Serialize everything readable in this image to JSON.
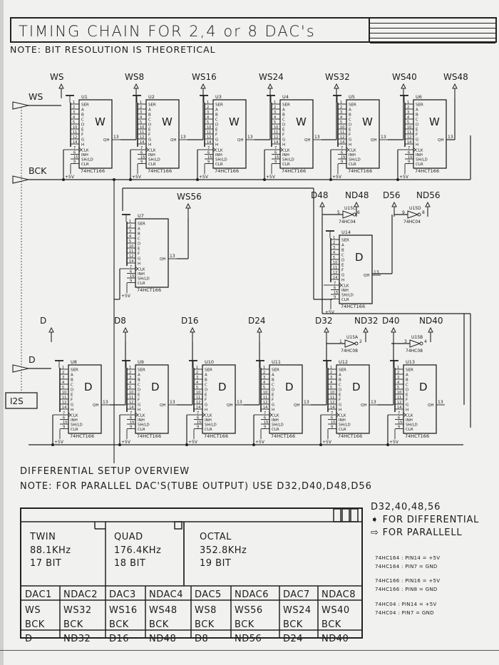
{
  "title": "TIMING CHAIN FOR 2,4 or 8 DAC's",
  "note_top": "NOTE: BIT RESOLUTION IS THEORETICAL",
  "inputs": {
    "ws": "WS",
    "bck": "BCK",
    "d": "D",
    "i2s": "I2S"
  },
  "chip_pins": [
    "SER",
    "A",
    "B",
    "C",
    "D",
    "E",
    "F",
    "G",
    "H",
    "CLK",
    "INH",
    "SH/LD",
    "CLR",
    "QH"
  ],
  "pin_numbers": [
    "1",
    "2",
    "3",
    "4",
    "5",
    "10",
    "11",
    "12",
    "14",
    "7",
    "6",
    "15",
    "9"
  ],
  "qh_pin": "13",
  "supply": "+5V",
  "ws_chain": [
    {
      "id": "U1",
      "tap": "WS",
      "label": "W",
      "part": "74HCT166"
    },
    {
      "id": "U2",
      "tap": "WS8",
      "label": "W",
      "part": "74HCT166"
    },
    {
      "id": "U3",
      "tap": "WS16",
      "label": "W",
      "part": "74HCT166"
    },
    {
      "id": "U4",
      "tap": "WS24",
      "label": "W",
      "part": "74HCT166"
    },
    {
      "id": "U5",
      "tap": "WS32",
      "label": "W",
      "part": "74HCT166"
    },
    {
      "id": "U6",
      "tap": "WS40",
      "label": "W",
      "part": "74HCT166"
    }
  ],
  "ws_last_tap": "WS48",
  "u7": {
    "id": "U7",
    "tap": "WS56",
    "label": "",
    "part": "74HCT166"
  },
  "u14": {
    "id": "U14",
    "label": "D",
    "part": "74HCT166"
  },
  "u14_taps": [
    "D48",
    "ND48",
    "D56",
    "ND56"
  ],
  "inverters_top": [
    {
      "id": "U15C",
      "part": "74HC04",
      "pin_in": "5",
      "pin_out": "6"
    },
    {
      "id": "U15D",
      "part": "74HC04",
      "pin_in": "9",
      "pin_out": "8"
    }
  ],
  "d_chain": [
    {
      "id": "U8",
      "tap": "D",
      "label": "D",
      "part": "74HCT166"
    },
    {
      "id": "U9",
      "tap": "D8",
      "label": "D",
      "part": "74HCT166"
    },
    {
      "id": "U10",
      "tap": "D16",
      "label": "D",
      "part": "74HCT166"
    },
    {
      "id": "U11",
      "tap": "D24",
      "label": "D",
      "part": "74HCT166"
    },
    {
      "id": "U12",
      "tap": "D32",
      "label": "D",
      "part": "74HCT166"
    },
    {
      "id": "U13",
      "tap": "D40",
      "label": "D",
      "part": "74HCT166"
    }
  ],
  "d_extra_taps": [
    "ND32",
    "ND40"
  ],
  "inverters_bottom": [
    {
      "id": "U15A",
      "part": "74HC08",
      "pin_in": "1",
      "pin_out": "2"
    },
    {
      "id": "U15B",
      "part": "74HC08",
      "pin_in": "3",
      "pin_out": "4"
    }
  ],
  "overview_title": "DIFFERENTIAL SETUP OVERVIEW",
  "overview_note": "NOTE: FOR PARALLEL DAC'S(TUBE OUTPUT) USE D32,D40,D48,D56",
  "modes": [
    {
      "name": "TWIN",
      "rate": "88.1KHz",
      "bits": "17 BIT"
    },
    {
      "name": "QUAD",
      "rate": "176.4KHz",
      "bits": "18 BIT"
    },
    {
      "name": "OCTAL",
      "rate": "352.8KHz",
      "bits": "19 BIT"
    }
  ],
  "table_headers": [
    "DAC1",
    "NDAC2",
    "DAC3",
    "NDAC4",
    "DAC5",
    "NDAC6",
    "DAC7",
    "NDAC8"
  ],
  "table_rows": [
    [
      "WS",
      "WS32",
      "WS16",
      "WS48",
      "WS8",
      "WS56",
      "WS24",
      "WS40"
    ],
    [
      "BCK",
      "BCK",
      "BCK",
      "BCK",
      "BCK",
      "BCK",
      "BCK",
      "BCK"
    ],
    [
      "D",
      "ND32",
      "D16",
      "ND48",
      "D8",
      "ND56",
      "D24",
      "ND40"
    ]
  ],
  "legend": {
    "title": "D32,40,48,56",
    "differential": "FOR DIFFERENTIAL",
    "parallel": "FOR PARALLELL"
  },
  "power_notes": [
    "74HC164 : PIN14 = +5V",
    "74HC164 : PIN7  = GND",
    "74HC166 : PIN16 = +5V",
    "74HC166 : PIN8  = GND",
    "74HC04  : PIN14 = +5V",
    "74HC04  : PIN7  = GND"
  ]
}
